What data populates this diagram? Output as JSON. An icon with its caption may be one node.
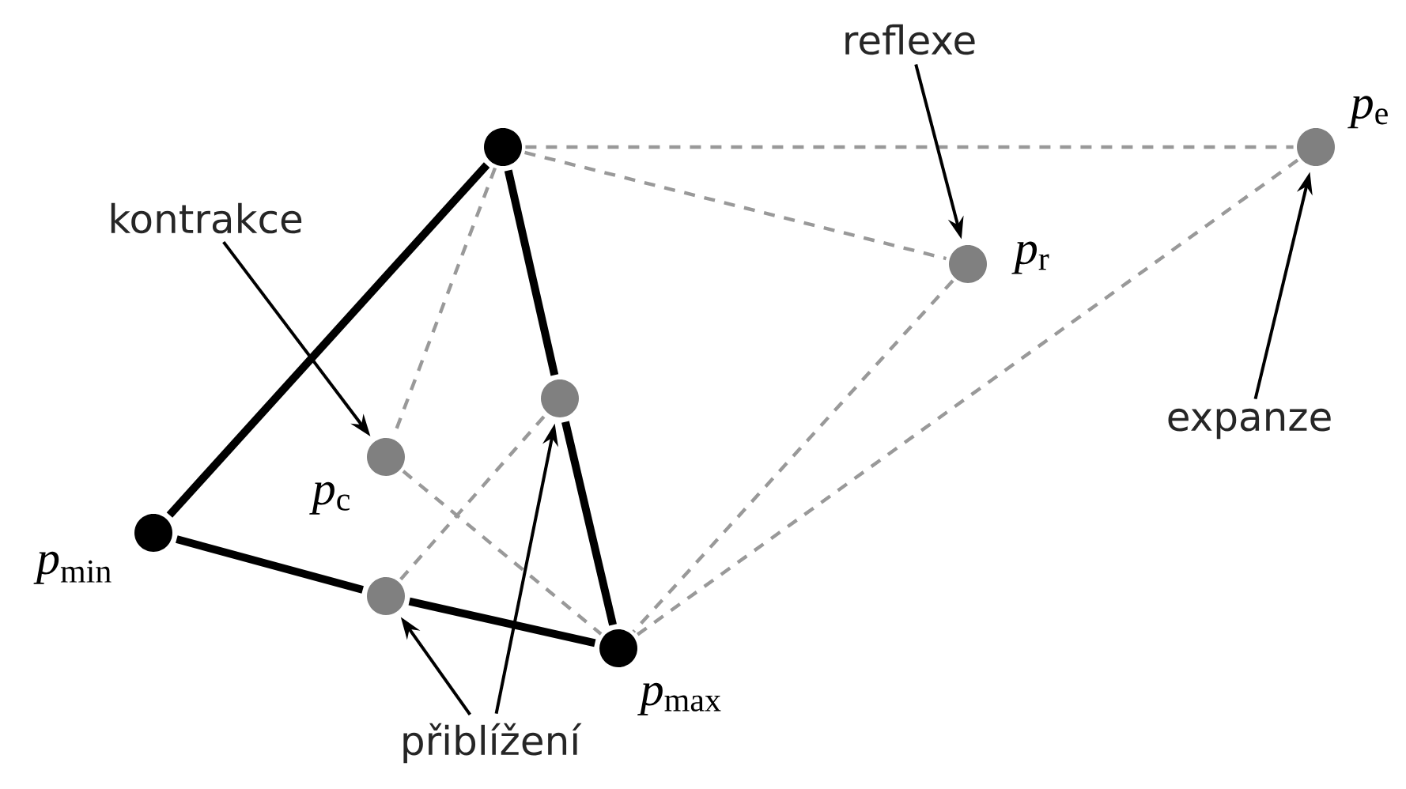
{
  "diagram": {
    "nodes": [
      {
        "text": [
          "reflexe"
        ]
      },
      {
        "text": [],
        "shape": "circle",
        "beside": [
          "*p*$_{e}$"
        ]
      },
      {
        "text": [],
        "shape": "circle"
      },
      {
        "text": [
          "kontrakce"
        ]
      },
      {
        "text": [],
        "shape": "circle",
        "beside": [
          "*p*$_{r}$"
        ]
      },
      {
        "text": [],
        "shape": "circle"
      },
      {
        "text": [
          "expanze"
        ]
      },
      {
        "text": [],
        "shape": "circle",
        "beside": [
          "*p*$_{c}$"
        ]
      },
      {
        "text": [],
        "shape": "circle",
        "beside": [
          "*p*$_{min}$"
        ]
      },
      {
        "text": [],
        "shape": "circle"
      },
      {
        "text": [],
        "shape": "circle",
        "beside": [
          "*p*$_{max}$"
        ]
      },
      {
        "text": [
          "přiblížení"
        ]
      }
    ],
    "edges": [
      {
        "from": 2,
        "to": 8,
        "arrow": "none",
        "style": "thick"
      },
      {
        "from": 8,
        "to": 9,
        "arrow": "none",
        "style": "thick"
      },
      {
        "from": 9,
        "to": 10,
        "arrow": "none",
        "style": "thick"
      },
      {
        "from": 2,
        "to": 5,
        "arrow": "none",
        "style": "thick"
      },
      {
        "from": 5,
        "to": 10,
        "arrow": "none",
        "style": "thick"
      },
      {
        "from": 2,
        "to": 7,
        "arrow": "none",
        "style": "dashed",
        "color": "#999999"
      },
      {
        "from": 7,
        "to": 10,
        "arrow": "none",
        "style": "dashed",
        "color": "#999999"
      },
      {
        "from": 9,
        "to": 5,
        "arrow": "none",
        "style": "dashed",
        "color": "#999999"
      },
      {
        "from": 2,
        "to": 1,
        "arrow": "none",
        "style": "dashed",
        "color": "#999999"
      },
      {
        "from": 2,
        "to": 4,
        "arrow": "none",
        "style": "dashed",
        "color": "#999999"
      },
      {
        "from": 4,
        "to": 10,
        "arrow": "none",
        "style": "dashed",
        "color": "#999999"
      },
      {
        "from": 1,
        "to": 10,
        "arrow": "none",
        "style": "dashed",
        "color": "#999999"
      },
      {
        "from": 0,
        "to": 4,
        "arrow": "to"
      },
      {
        "from": 3,
        "to": 7,
        "arrow": "to"
      },
      {
        "from": 6,
        "to": 1,
        "arrow": "to"
      },
      {
        "from": 11,
        "to": 9,
        "arrow": "to"
      },
      {
        "from": 11,
        "to": 5,
        "arrow": "to"
      }
    ]
  }
}
